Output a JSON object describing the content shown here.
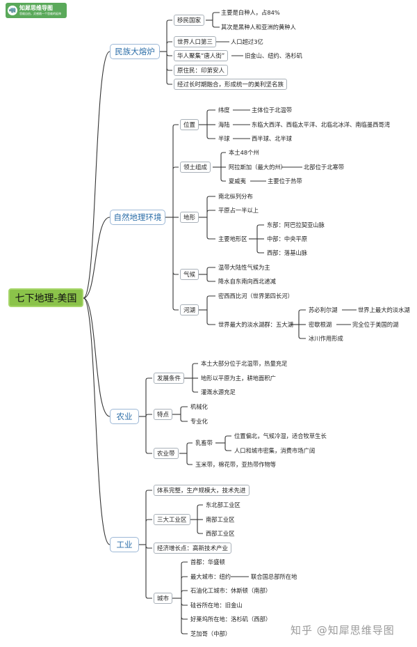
{
  "logo": {
    "name": "知犀思维导图",
    "slogan": "思维自由，灵感随一个思维的延伸"
  },
  "root": "七下地理-美国",
  "b1": {
    "title": "民族大熔炉",
    "immigrants": "移民国家",
    "imm_1": "主要是白种人，占84%",
    "imm_2": "其次是黑种人和亚洲的黄种人",
    "pop": "世界人口第三",
    "pop_1": "人口超过3亿",
    "chinese": "华人聚集“唐人街”",
    "chinese_1": "旧金山、纽约、洛杉矶",
    "native": "原住民：印第安人",
    "fusion": "经过长时期融合，形成统一的美利坚名族"
  },
  "b2": {
    "title": "自然地理环境",
    "location": "位置",
    "lat": "纬度",
    "lat_1": "主体位于北温带",
    "sea": "海陆",
    "sea_1": "东临大西洋、西临太平洋、北临北冰洋、南临墨西哥湾",
    "hemi": "半球",
    "hemi_1": "西半球、北半球",
    "territory": "领土组成",
    "ter_1": "本土48个州",
    "alaska": "阿拉斯加（最大的州）",
    "alaska_1": "北部位于北寒带",
    "hawaii": "夏威夷",
    "hawaii_1": "主要位于热带",
    "terrain": "地形",
    "terr_1": "南北纵列分布",
    "terr_2": "平原占一半以上",
    "terr_3": "主要地形区",
    "terr_east": "东部：阿巴拉契亚山脉",
    "terr_mid": "中部：中央平原",
    "terr_west": "西部：落基山脉",
    "climate": "气候",
    "cli_1": "温带大陆性气候为主",
    "cli_2": "降水自东南向西北递减",
    "rivers": "河湖",
    "riv_1": "密西西比河（世界第四长河）",
    "riv_2": "世界最大的淡水湖群：五大湖",
    "lake_sup": "苏必利尔湖",
    "lake_sup_1": "世界上最大的淡水湖",
    "lake_mich": "密歇根湖",
    "lake_mich_1": "完全位于美国的湖",
    "lake_glacier": "冰川作用形成"
  },
  "b3": {
    "title": "农业",
    "cond": "发展条件",
    "cond_1": "本土大部分位于北温带，热量充足",
    "cond_2": "地形以平原为主，耕地面积广",
    "cond_3": "灌溉水源充足",
    "feat": "特点",
    "feat_1": "机械化",
    "feat_2": "专业化",
    "belt": "农业带",
    "dairy": "乳畜带",
    "dairy_1": "位置偏北，气候冷湿，适合牧草生长",
    "dairy_2": "人口和城市密集，消费市场广阔",
    "belt_2": "玉米带，棉花带，亚热带作物等"
  },
  "b4": {
    "title": "工业",
    "system": "体系完整，生产规模大，技术先进",
    "zones": "三大工业区",
    "zone_1": "东北部工业区",
    "zone_2": "南部工业区",
    "zone_3": "西部工业区",
    "growth": "经济增长点：高新技术产业",
    "cities": "城市",
    "city_1": "首都：华盛顿",
    "city_2": "最大城市：纽约",
    "city_2_1": "联合国总部所在地",
    "city_3": "石油化工城市：休斯顿（南部）",
    "city_4": "硅谷所在地：旧金山",
    "city_5": "好莱坞所在地：洛杉矶（西部）",
    "city_6": "芝加哥（中部）"
  },
  "watermark": "知乎 @知犀思维导图",
  "colors": {
    "root_fill": "#8bc34a",
    "level1_text": "#2c6ea8",
    "line": "#333333",
    "logo": "#5aa95a"
  }
}
